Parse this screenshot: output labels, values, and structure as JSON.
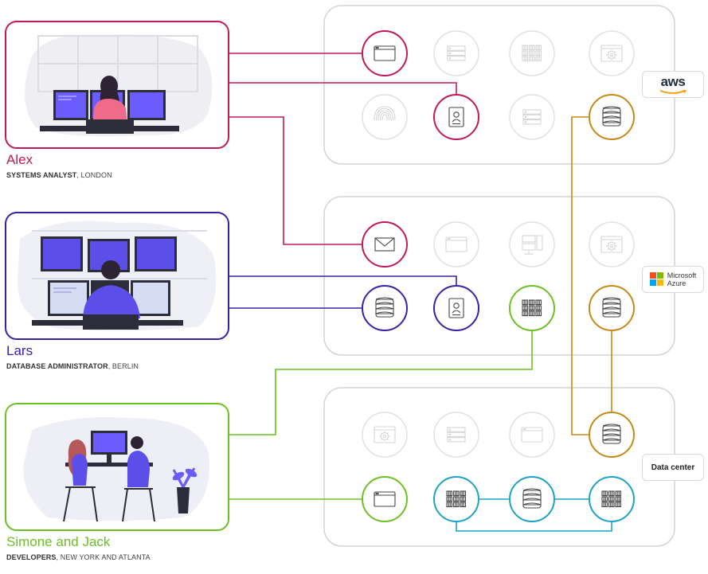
{
  "people": [
    {
      "name": "Alex",
      "role_bold": "SYSTEMS ANALYST",
      "role_rest": ", LONDON",
      "color": "#c2185b"
    },
    {
      "name": "Lars",
      "role_bold": "DATABASE ADMINISTRATOR",
      "role_rest": ", BERLIN",
      "color": "#3b1fa5"
    },
    {
      "name": "Simone and Jack",
      "role_bold": "DEVELOPERS",
      "role_rest": ", NEW YORK AND ATLANTA",
      "color": "#6cc024"
    }
  ],
  "clouds": [
    {
      "label": "aws",
      "icon": "aws-logo"
    },
    {
      "label": "Microsoft Azure",
      "label_line1": "Microsoft",
      "label_line2": "Azure",
      "icon": "microsoft-logo"
    },
    {
      "label": "Data center"
    }
  ],
  "colors": {
    "alex": "#c2185b",
    "lars": "#3b1fa5",
    "developers": "#6cc024",
    "database_link": "#c58a15",
    "cluster_link": "#1ba3c6",
    "inactive_icon": "#d6d6d6",
    "panel_border": "#d4d4d4"
  }
}
